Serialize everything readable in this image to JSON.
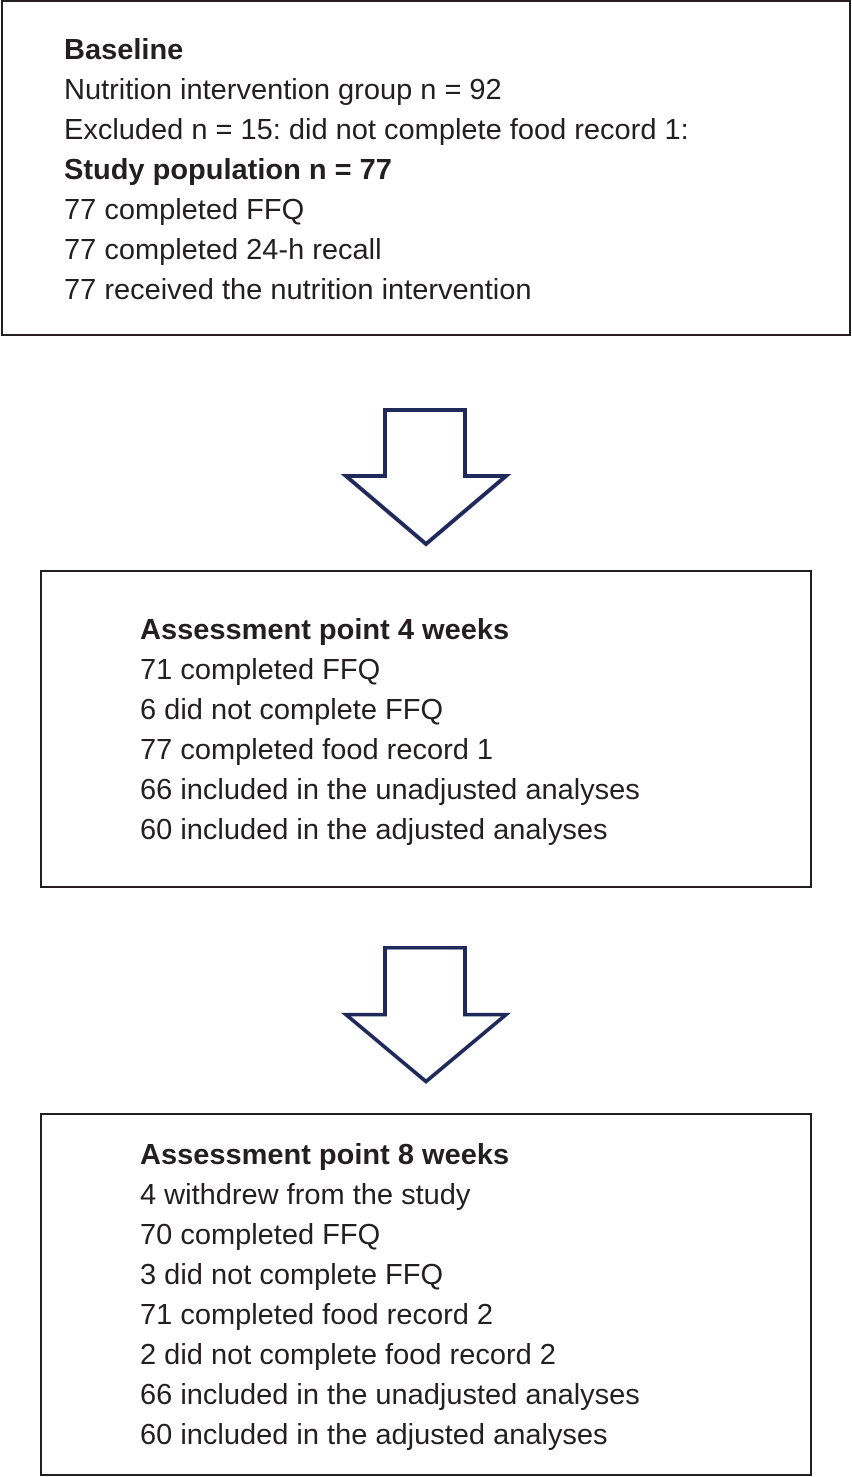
{
  "flowchart": {
    "baseline": {
      "title": "Baseline",
      "lines": [
        {
          "text": "Nutrition intervention group n = 92",
          "bold": false
        },
        {
          "text": "Excluded n = 15: did not complete food record 1:",
          "bold": false
        },
        {
          "text": "Study population n = 77",
          "bold": true
        },
        {
          "text": "77 completed FFQ",
          "bold": false
        },
        {
          "text": "77 completed 24-h recall",
          "bold": false
        },
        {
          "text": "77 received the nutrition intervention",
          "bold": false
        }
      ]
    },
    "week4": {
      "title": "Assessment point 4 weeks",
      "lines": [
        {
          "text": "71 completed FFQ",
          "bold": false
        },
        {
          "text": "6 did not complete FFQ",
          "bold": false
        },
        {
          "text": "77 completed food record 1",
          "bold": false
        },
        {
          "text": "66 included in the unadjusted analyses",
          "bold": false
        },
        {
          "text": "60 included in the adjusted analyses",
          "bold": false
        }
      ]
    },
    "week8": {
      "title": "Assessment point 8 weeks",
      "lines": [
        {
          "text": "4 withdrew from the study",
          "bold": false
        },
        {
          "text": "70 completed FFQ",
          "bold": false
        },
        {
          "text": "3 did not complete FFQ",
          "bold": false
        },
        {
          "text": "71 completed food record 2",
          "bold": false
        },
        {
          "text": "2 did not complete food record 2",
          "bold": false
        },
        {
          "text": "66 included in the unadjusted analyses",
          "bold": false
        },
        {
          "text": "60 included in the adjusted analyses",
          "bold": false
        }
      ]
    },
    "arrows": [
      {
        "icon": "arrow-down-icon",
        "color": "#1f2a5a"
      },
      {
        "icon": "arrow-down-icon",
        "color": "#1f2a5a"
      }
    ],
    "colors": {
      "text": "#231f20",
      "box_border": "#231f20",
      "arrow_stroke": "#1f2a5a"
    }
  }
}
